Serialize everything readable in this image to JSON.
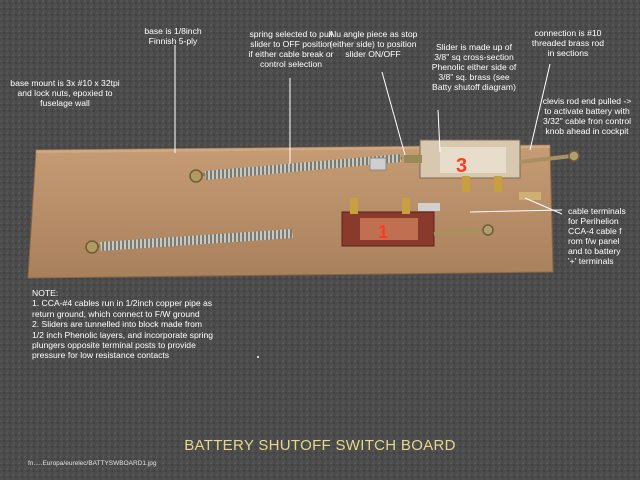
{
  "labels": {
    "base": "base is 1/8inch\nFinnish 5-ply",
    "spring": "spring selected to pull\nslider to OFF position\nif either cable break or\ncontrol selection",
    "alu_angle": "Alu angle piece as stop\n(either side) to position\nslider ON/OFF",
    "slider": "Slider is made up of\n3/8\" sq cross-section\nPhenolic either side of\n3/8\" sq. brass (see\nBatty shutoff diagram)",
    "connection": "connection is #10\nthreaded brass rod\nin sections",
    "base_mount": "base mount is 3x #10 x 32tpi\nand lock nuts, epoxied to\nfuselage wall",
    "clevis": "clevis rod end pulled ->\nto activate battery with\n3/32\" cable fron control\nknob ahead in cockpit",
    "cable_terminals": "cable terminals\nfor Perihelion\nCCA-4 cable f\nrom f/w panel\nand to battery\n'+' terminals"
  },
  "note": "NOTE:\n1. CCA-#4 cables run in 1/2inch copper pipe as\n return ground,  which connect to F/W ground\n2. Sliders are tunnelled into block made from\n1/2 inch Phenolic layers, and incorporate spring\nplungers opposite terminal posts to provide\npressure for low resistance contacts",
  "title": "BATTERY SHUTOFF  SWITCH BOARD",
  "filename": "fn.....Europa/eurelec/BATTYSWBOARD1.jpg",
  "switch_marks": {
    "top": "3",
    "bottom": "1"
  },
  "colors": {
    "background": "#4a4a4a",
    "board": "#b8906a",
    "title": "#e6d88a",
    "text": "#ffffff",
    "slider_mark": "#ff3b1f"
  }
}
